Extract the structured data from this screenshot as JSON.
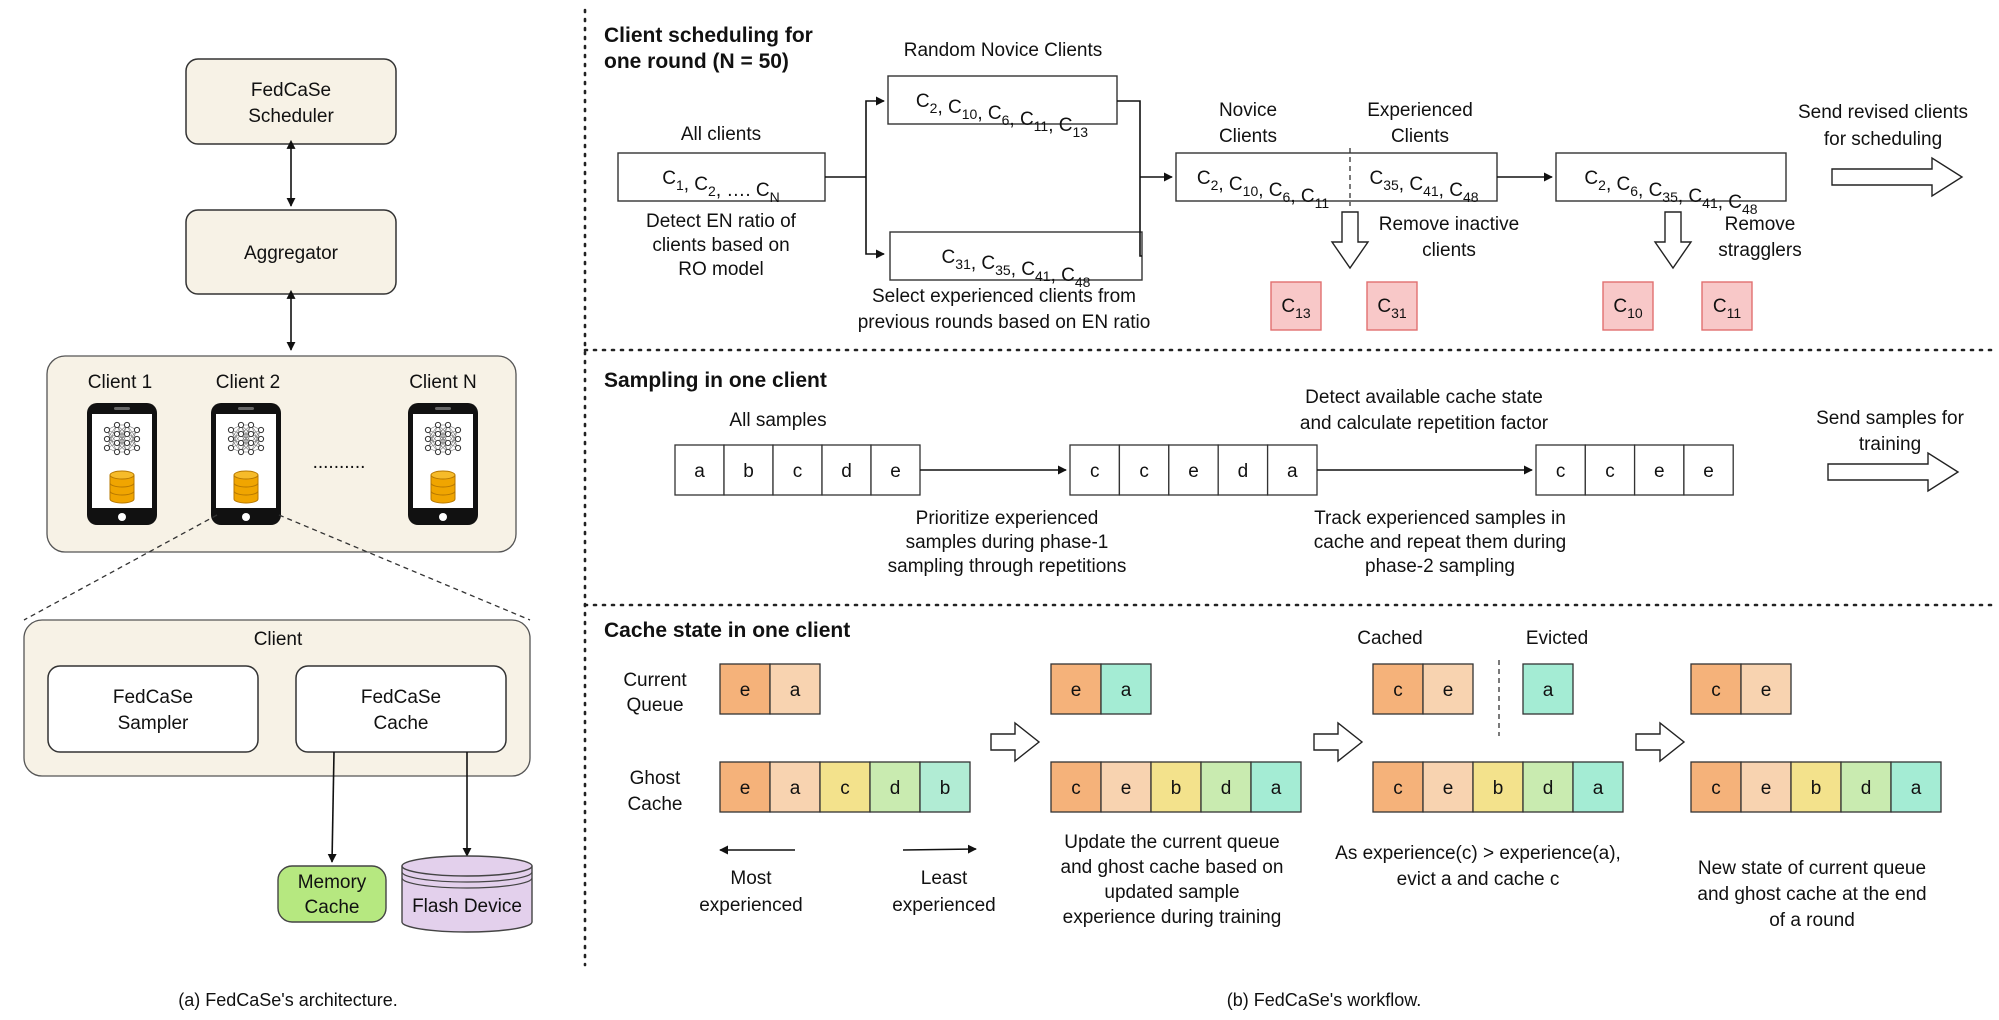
{
  "colors": {
    "panel_fill": "#f7f2e6",
    "removed_fill": "#f8c8c8",
    "removed_stroke": "#e07070",
    "memory_fill": "#b6e880",
    "flash_fill": "#e3d0ec",
    "heat": {
      "e": "#f5b27a",
      "a": "#f8d3b0",
      "c": "#f3e28c",
      "d": "#c9ebb0",
      "b": "#b1ecd4",
      "a_cool": "#a4ecd4"
    }
  },
  "left": {
    "scheduler": [
      "FedCaSe",
      "Scheduler"
    ],
    "aggregator": "Aggregator",
    "clients": [
      "Client 1",
      "Client 2",
      "Client N"
    ],
    "dots": "..........",
    "client_box_title": "Client",
    "sampler": [
      "FedCaSe",
      "Sampler"
    ],
    "cache": [
      "FedCaSe",
      "Cache"
    ],
    "memory_cache": [
      "Memory",
      "Cache"
    ],
    "flash_device": "Flash Device",
    "phone_icons": [
      "neural-network-icon",
      "database-icon"
    ],
    "caption": "(a) FedCaSe's architecture."
  },
  "scheduling": {
    "heading": [
      "Client scheduling for",
      "one round (N = 50)"
    ],
    "all_clients_label": "All clients",
    "all_clients": [
      [
        "C",
        "1"
      ],
      [
        "C",
        "2"
      ],
      [
        "…. C",
        "N"
      ]
    ],
    "detect_text": [
      "Detect EN ratio of",
      "clients based on",
      "RO model"
    ],
    "random_label": "Random Novice Clients",
    "random": [
      [
        "C",
        "2"
      ],
      [
        "C",
        "10"
      ],
      [
        "C",
        "6"
      ],
      [
        "C",
        "11"
      ],
      [
        "C",
        "13"
      ]
    ],
    "experienced_select": [
      [
        "C",
        "31"
      ],
      [
        "C",
        "35"
      ],
      [
        "C",
        "41"
      ],
      [
        "C",
        "48"
      ]
    ],
    "select_text": [
      "Select experienced clients from",
      "previous rounds based on EN ratio"
    ],
    "novice_label": [
      "Novice",
      "Clients"
    ],
    "experienced_label": [
      "Experienced",
      "Clients"
    ],
    "merged_novice": [
      [
        "C",
        "2"
      ],
      [
        "C",
        "10"
      ],
      [
        "C",
        "6"
      ],
      [
        "C",
        "11"
      ]
    ],
    "merged_experienced": [
      [
        "C",
        "35"
      ],
      [
        "C",
        "41"
      ],
      [
        "C",
        "48"
      ]
    ],
    "remove_inactive": [
      "Remove inactive",
      "clients"
    ],
    "removed_inactive": [
      [
        "C",
        "13"
      ],
      [
        "C",
        "31"
      ]
    ],
    "revised": [
      [
        "C",
        "2"
      ],
      [
        "C",
        "6"
      ],
      [
        "C",
        "35"
      ],
      [
        "C",
        "41"
      ],
      [
        "C",
        "48"
      ]
    ],
    "remove_stragglers": [
      "Remove",
      "stragglers"
    ],
    "removed_stragglers": [
      [
        "C",
        "10"
      ],
      [
        "C",
        "11"
      ]
    ],
    "send_text": [
      "Send revised clients",
      "for scheduling"
    ]
  },
  "sampling": {
    "heading": "Sampling in one client",
    "all_label": "All samples",
    "all": [
      "a",
      "b",
      "c",
      "d",
      "e"
    ],
    "phase1": [
      "c",
      "c",
      "e",
      "d",
      "a"
    ],
    "phase2": [
      "c",
      "c",
      "e",
      "e"
    ],
    "detect_text": [
      "Detect available cache state",
      "and calculate repetition factor"
    ],
    "prioritize_text": [
      "Prioritize experienced",
      "samples during phase-1",
      "sampling through repetitions"
    ],
    "track_text": [
      "Track experienced samples in",
      "cache and repeat them during",
      "phase-2 sampling"
    ],
    "send_text": [
      "Send samples for",
      "training"
    ]
  },
  "cache": {
    "heading": "Cache state in one client",
    "current_label": [
      "Current",
      "Queue"
    ],
    "ghost_label": [
      "Ghost",
      "Cache"
    ],
    "s1_queue": [
      "e",
      "a"
    ],
    "s1_ghost": [
      "e",
      "a",
      "c",
      "d",
      "b"
    ],
    "most": [
      "Most",
      "experienced"
    ],
    "least": [
      "Least",
      "experienced"
    ],
    "s2_queue": [
      "e",
      "a"
    ],
    "s2_ghost": [
      "c",
      "e",
      "b",
      "d",
      "a"
    ],
    "s2_text": [
      "Update the current queue",
      "and ghost cache based on",
      "updated sample",
      "experience during training"
    ],
    "cached_label": "Cached",
    "evicted_label": "Evicted",
    "s3_cached": [
      "c",
      "e"
    ],
    "s3_evicted": [
      "a"
    ],
    "s3_ghost": [
      "c",
      "e",
      "b",
      "d",
      "a"
    ],
    "s3_text": [
      "As experience(c) > experience(a),",
      "evict a and cache c"
    ],
    "s4_queue": [
      "c",
      "e"
    ],
    "s4_ghost": [
      "c",
      "e",
      "b",
      "d",
      "a"
    ],
    "s4_text": [
      "New state of current queue",
      "and ghost cache at the end",
      "of a round"
    ]
  },
  "caption_right": "(b) FedCaSe's workflow."
}
